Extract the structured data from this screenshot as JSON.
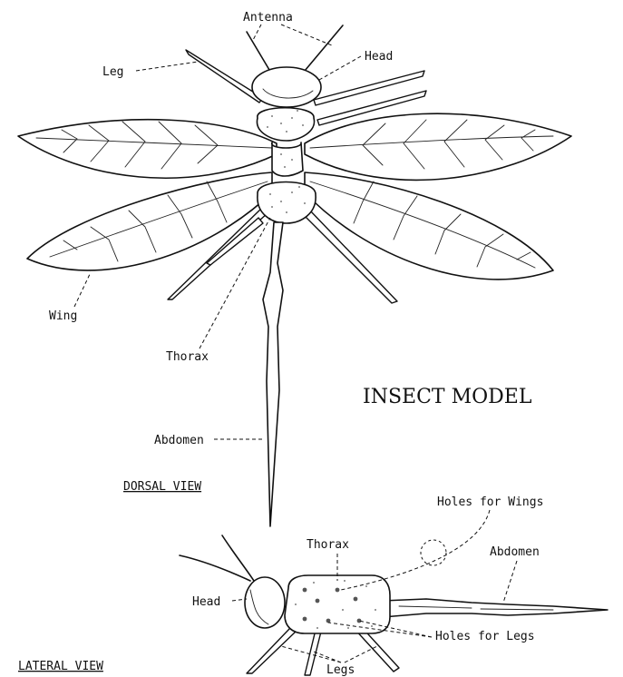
{
  "title": "INSECT MODEL",
  "dorsal": {
    "caption": "DORSAL VIEW",
    "labels": {
      "antenna": "Antenna",
      "head": "Head",
      "leg": "Leg",
      "wing": "Wing",
      "thorax": "Thorax",
      "abdomen": "Abdomen"
    }
  },
  "lateral": {
    "caption": "LATERAL VIEW",
    "labels": {
      "holes_wings": "Holes for Wings",
      "thorax": "Thorax",
      "abdomen": "Abdomen",
      "head": "Head",
      "holes_legs": "Holes for Legs",
      "legs": "Legs"
    }
  }
}
